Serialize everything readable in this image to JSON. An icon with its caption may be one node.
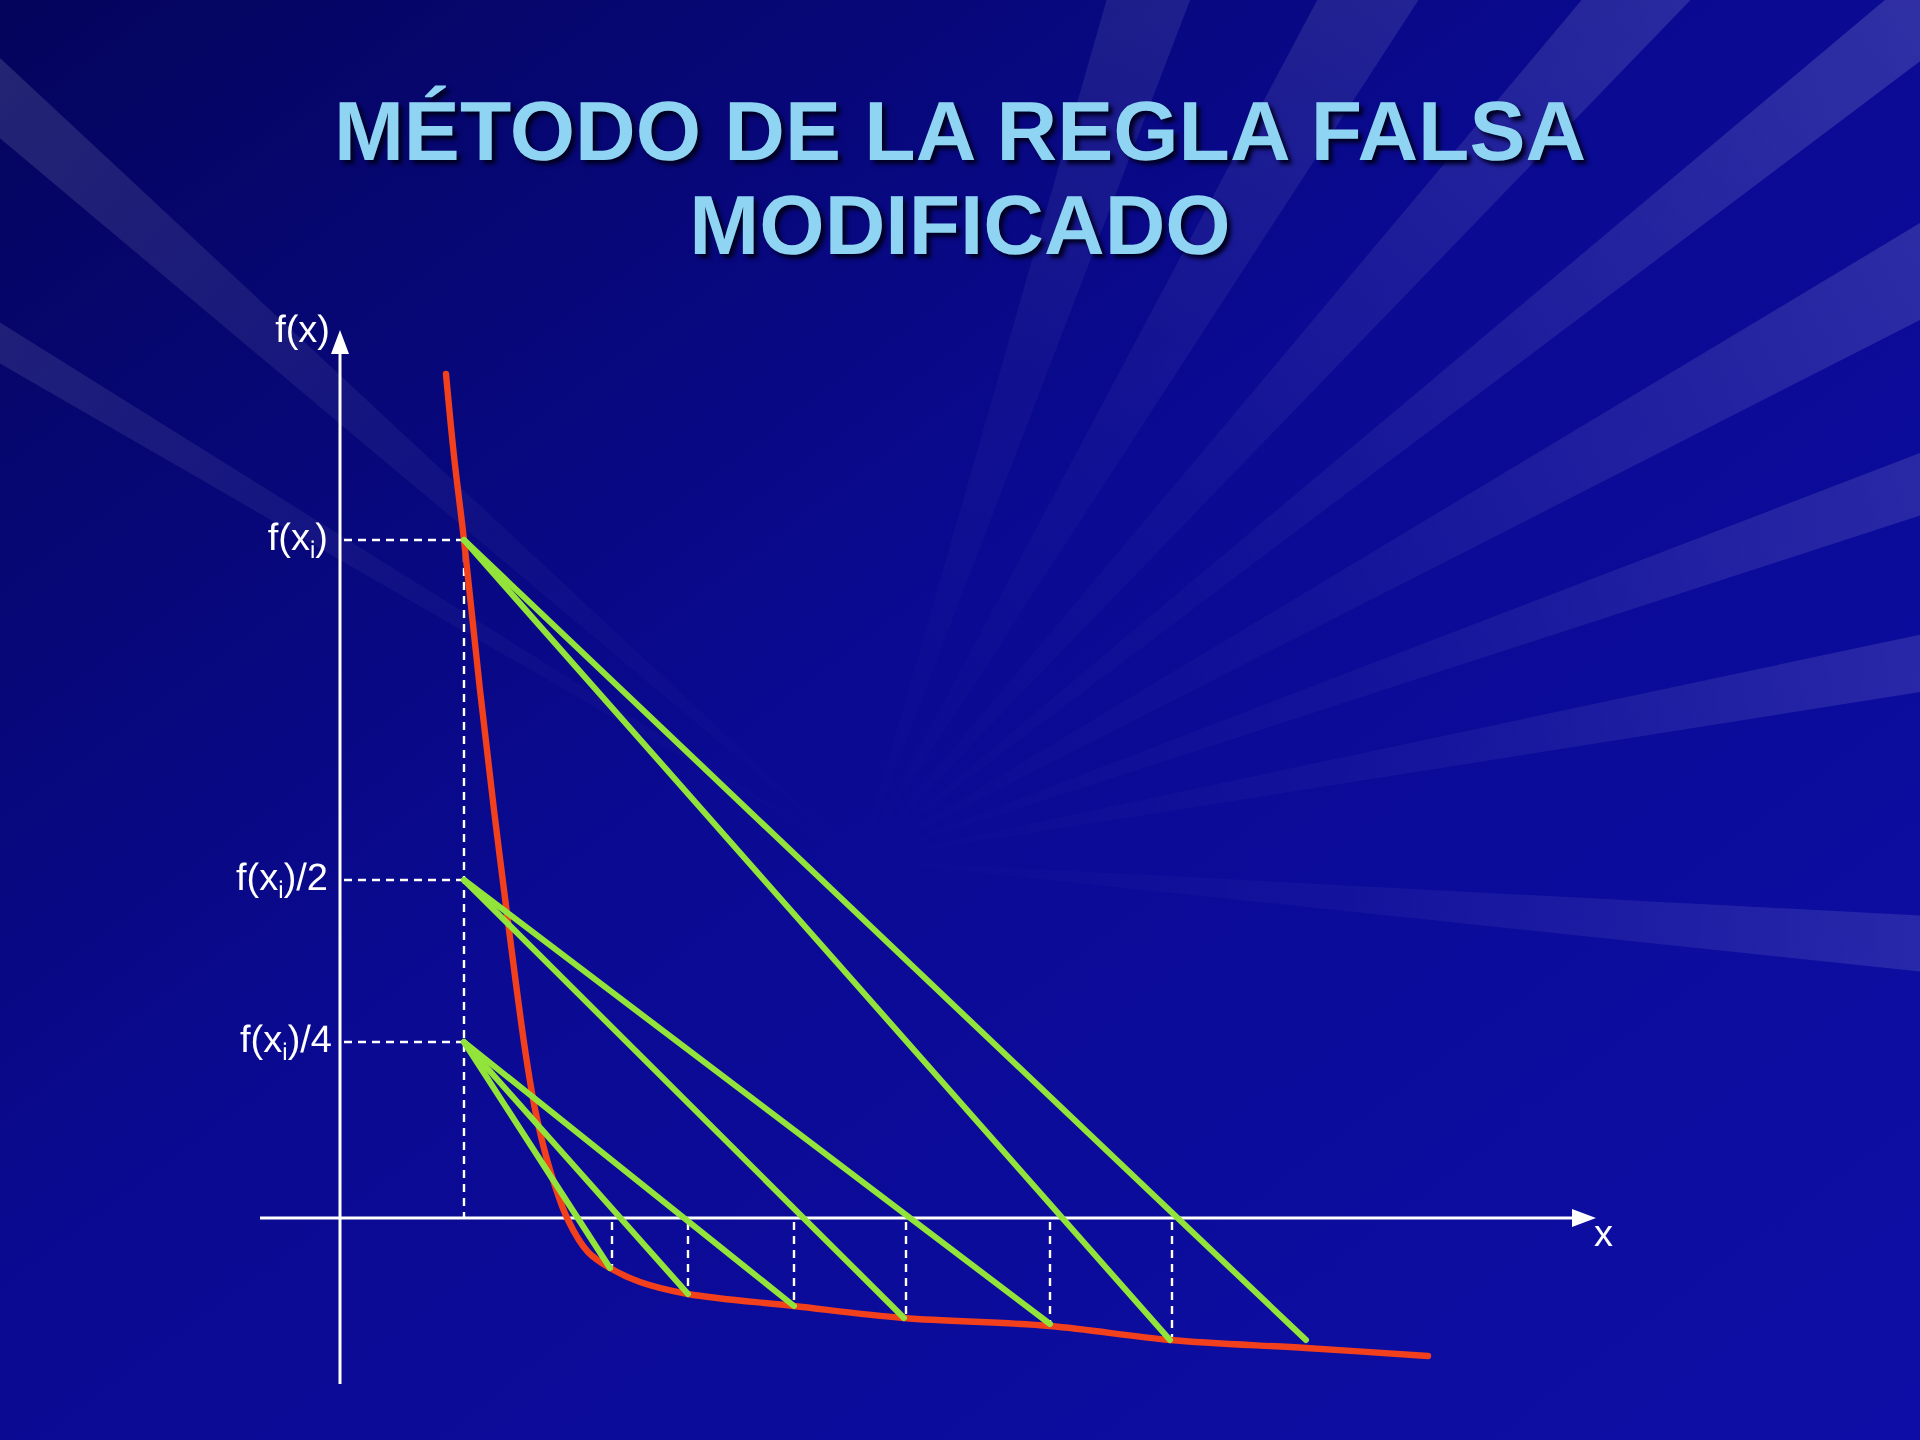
{
  "diagram": {
    "title": "MÉTODO DE LA REGLA FALSA MODIFICADO",
    "labels": [
      "f(x)",
      "f(x$_{i}$)",
      "f(x$_{i}$)/2",
      "f(x$_{i}$)/4",
      "x"
    ]
  }
}
